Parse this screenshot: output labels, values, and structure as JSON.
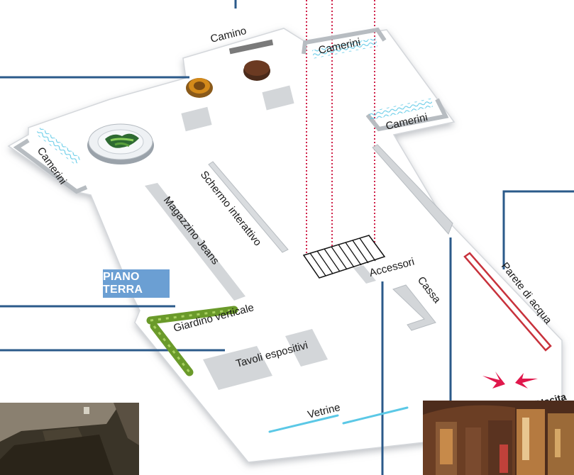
{
  "floor_label": "PIANO TERRA",
  "labels": {
    "camino": "Camino",
    "camerini_top": "Camerini",
    "camerini_right": "Camerini",
    "camerini_left": "Camerini",
    "schermo": "Schermo interattivo",
    "magazzino": "Magazzino Jeans",
    "accessori": "Accessori",
    "cassa": "Cassa",
    "parete": "Parete di acqua",
    "giardino": "Giardino verticale",
    "tavoli": "Tavoli espositivi",
    "vetrine": "Vetrine",
    "entrata": "Entrata/Uscita"
  },
  "colors": {
    "callout_line": "#2b5a8a",
    "dotted_line": "#d0224a",
    "floor": "#ffffff",
    "floor_edge": "#c9ccd0",
    "wall": "#c9ccce",
    "badge": "#6b9fd3",
    "water": "#5bc8e6",
    "garden": "#6a9a2a",
    "parete": "#c8323c",
    "arrow": "#e0184c"
  },
  "icons": {
    "stairs": "stairs-icon",
    "arrows": "entrance-arrows-icon",
    "plate": "salad-plate-icon",
    "coin_orange": "orange-disc-icon",
    "coin_brown": "brown-disc-icon"
  }
}
